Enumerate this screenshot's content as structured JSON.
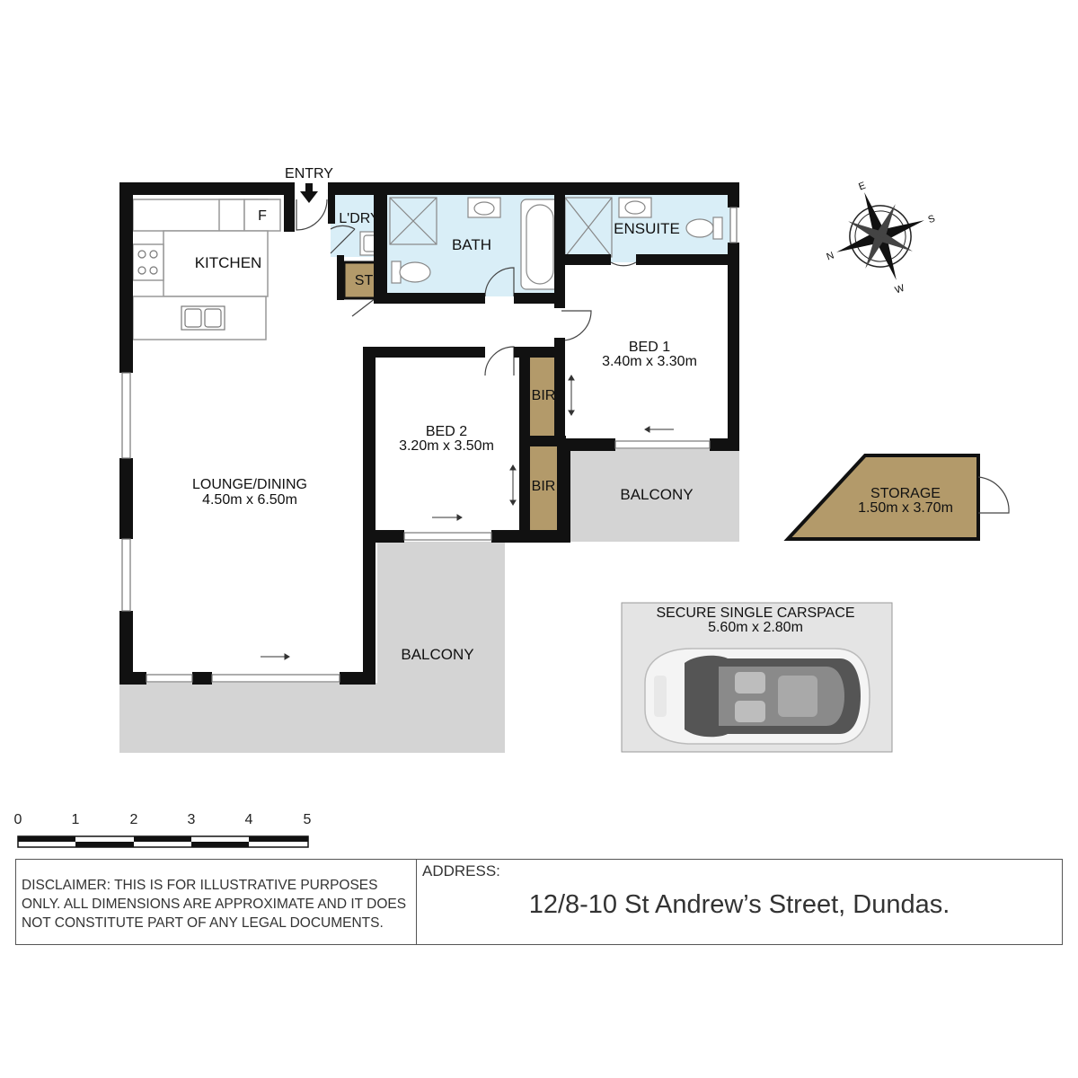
{
  "rooms": {
    "entry": "ENTRY",
    "kitchen": "KITCHEN",
    "fridge": "F",
    "laundry": "L'DRY",
    "store": "ST",
    "bath": "BATH",
    "ensuite": "ENSUITE",
    "bed1_name": "BED 1",
    "bed1_dims": "3.40m x 3.30m",
    "bed2_name": "BED 2",
    "bed2_dims": "3.20m x 3.50m",
    "bir_upper": "BIR",
    "bir_lower": "BIR",
    "lounge_name": "LOUNGE/DINING",
    "lounge_dims": "4.50m x 6.50m",
    "balcony_east": "BALCONY",
    "balcony_main": "BALCONY",
    "storage_name": "STORAGE",
    "storage_dims": "1.50m x 3.70m",
    "carspace_name": "SECURE SINGLE CARSPACE",
    "carspace_dims": "5.60m x 2.80m"
  },
  "compass": {
    "n": "N",
    "e": "E",
    "s": "S",
    "w": "W"
  },
  "scale": {
    "labels": [
      "0",
      "1",
      "2",
      "3",
      "4",
      "5"
    ]
  },
  "disclaimer": "DISCLAIMER: THIS IS FOR ILLUSTRATIVE PURPOSES ONLY. ALL DIMENSIONS ARE APPROXIMATE AND IT DOES NOT CONSTITUTE PART OF ANY LEGAL DOCUMENTS.",
  "address": {
    "heading": "ADDRESS:",
    "value": "12/8-10 St Andrew’s Street, Dundas."
  },
  "colors": {
    "wall": "#111111",
    "wet_area": "#d9eef7",
    "balcony": "#d4d4d4",
    "storage": "#b39a6a",
    "carspace": "#e4e4e4"
  }
}
